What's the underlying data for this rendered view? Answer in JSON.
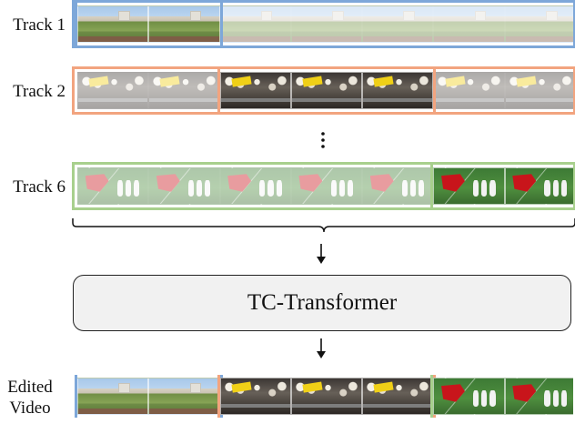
{
  "tracks": [
    {
      "label": "Track 1",
      "color": "#7da7d9",
      "frame_type": "stadium",
      "selected_frames": [
        0,
        1
      ]
    },
    {
      "label": "Track 2",
      "color": "#f2a47f",
      "frame_type": "crowd",
      "selected_frames": [
        2,
        3,
        4
      ]
    },
    {
      "label": "Track 6",
      "color": "#a8d08d",
      "frame_type": "field",
      "selected_frames": [
        5,
        6
      ]
    }
  ],
  "ellipsis": "⋮",
  "model": {
    "label": "TC-Transformer"
  },
  "edited": {
    "label_line1": "Edited",
    "label_line2": "Video",
    "segments": [
      {
        "frame_type": "stadium",
        "color": "#7da7d9",
        "frames": [
          0,
          1
        ]
      },
      {
        "frame_type": "crowd",
        "color": "#f2a47f",
        "frames": [
          2,
          3,
          4
        ]
      },
      {
        "frame_type": "field",
        "color": "#a8d08d",
        "frames": [
          5,
          6
        ]
      }
    ]
  }
}
